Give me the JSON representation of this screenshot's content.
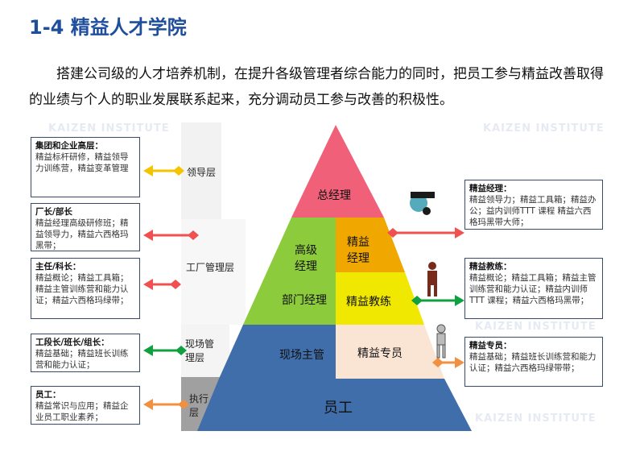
{
  "title": "1-4 精益人才学院",
  "intro": "搭建公司级的人才培养机制，在提升各级管理者综合能力的同时，把员工参与精益改善取得的业绩与个人的职业发展联系起来，充分调动员工参与改善的积极性。",
  "watermark": "KAIZEN INSTITUTE",
  "levels": [
    "领导层",
    "工厂管理层",
    "现场管理层",
    "执行层"
  ],
  "pyramid": {
    "top": "总经理",
    "senior": "高级经理",
    "dept": "部门经理",
    "lean_mgr": "精益经理",
    "coach": "精益教练",
    "onsite": "现场主管",
    "specialist": "精益专员",
    "staff": "员工"
  },
  "left_boxes": [
    {
      "title": "集团和企业高层：",
      "text": "精益标杆研修，精益领导力训练营，精益变革管理"
    },
    {
      "title": "厂长/部长",
      "text": "精益经理高级研修班；精益领导力，精益六西格玛黑带；"
    },
    {
      "title": "主任/科长：",
      "text": "精益概论；精益工具箱；精益主管训练营和能力认证；精益六西格玛绿带；"
    },
    {
      "title": "工段长/班长/组长：",
      "text": "精益基础；精益班长训练营和能力认证；"
    },
    {
      "title": "员工：",
      "text": "精益常识与应用；精益企业员工职业素养；"
    }
  ],
  "right_boxes": [
    {
      "title": "精益经理：",
      "text": "精益领导力；精益工具箱；精益办公；益内训师TTT 课程 精益六西格玛黑带大师；"
    },
    {
      "title": "精益教练：",
      "text": "精益概论；精益工具箱；精益主管训练营和能力认证；精益内训师TTT 课程；精益六西格玛黑带；"
    },
    {
      "title": "精益专员：",
      "text": "精益基础；精益班长训练营和能力认证；精益六西格玛绿带带；"
    }
  ],
  "colors": {
    "title": "#1f4e9c",
    "red": "#f06078",
    "green": "#8ccc3c",
    "orange": "#f0a800",
    "yellow": "#f0e800",
    "blue": "#3f6eaa",
    "peach": "#fae4d4"
  }
}
